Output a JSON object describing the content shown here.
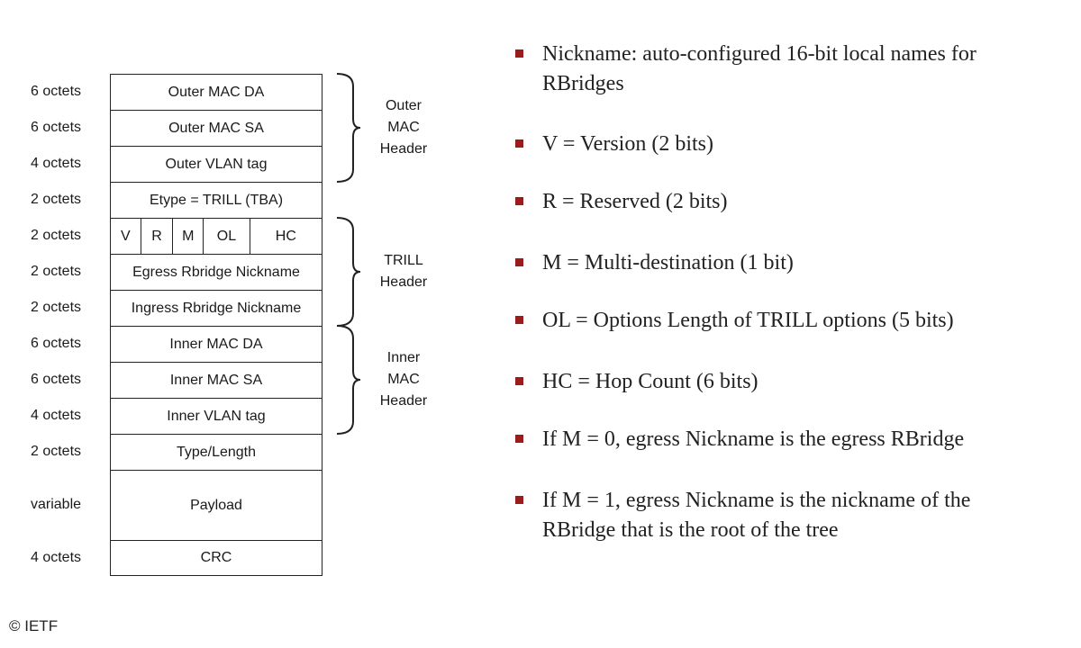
{
  "frame_rows": [
    {
      "size": "6 octets",
      "field": "Outer MAC DA"
    },
    {
      "size": "6 octets",
      "field": "Outer MAC SA"
    },
    {
      "size": "4 octets",
      "field": "Outer VLAN tag"
    },
    {
      "size": "2 octets",
      "field": "Etype = TRILL (TBA)"
    },
    {
      "size": "2 octets",
      "bits": [
        "V",
        "R",
        "M",
        "OL",
        "HC"
      ]
    },
    {
      "size": "2 octets",
      "field": "Egress Rbridge Nickname"
    },
    {
      "size": "2 octets",
      "field": "Ingress Rbridge Nickname"
    },
    {
      "size": "6 octets",
      "field": "Inner MAC DA"
    },
    {
      "size": "6 octets",
      "field": "Inner MAC SA"
    },
    {
      "size": "4 octets",
      "field": "Inner VLAN tag"
    },
    {
      "size": "2 octets",
      "field": "Type/Length"
    },
    {
      "size": "variable",
      "field": "Payload"
    },
    {
      "size": "4 octets",
      "field": "CRC"
    }
  ],
  "groups": [
    {
      "label": "Outer\nMAC\nHeader",
      "from_row": 0,
      "to_row": 2
    },
    {
      "label": "TRILL\nHeader",
      "from_row": 4,
      "to_row": 6
    },
    {
      "label": "Inner\nMAC\nHeader",
      "from_row": 7,
      "to_row": 9
    }
  ],
  "bullets": [
    {
      "lines": [
        "Nickname: auto-configured 16-bit local names for",
        "RBridges"
      ]
    },
    {
      "lines": [
        "V = Version (2 bits)"
      ]
    },
    {
      "lines": [
        "R = Reserved (2 bits)"
      ]
    },
    {
      "lines": [
        "M = Multi-destination (1 bit)"
      ]
    },
    {
      "lines": [
        "OL = Options Length of TRILL options (5 bits)"
      ]
    },
    {
      "lines": [
        "HC = Hop Count (6 bits)"
      ]
    },
    {
      "lines": [
        "If M = 0, egress Nickname is the egress RBridge"
      ]
    },
    {
      "lines": [
        "If M = 1, egress Nickname is the nickname of the",
        "RBridge that is the root of the tree"
      ]
    }
  ],
  "colors": {
    "bullet_marker": "#9b1c1c",
    "line": "#222222",
    "text": "#1a1a1a"
  },
  "copyright": "© IETF"
}
